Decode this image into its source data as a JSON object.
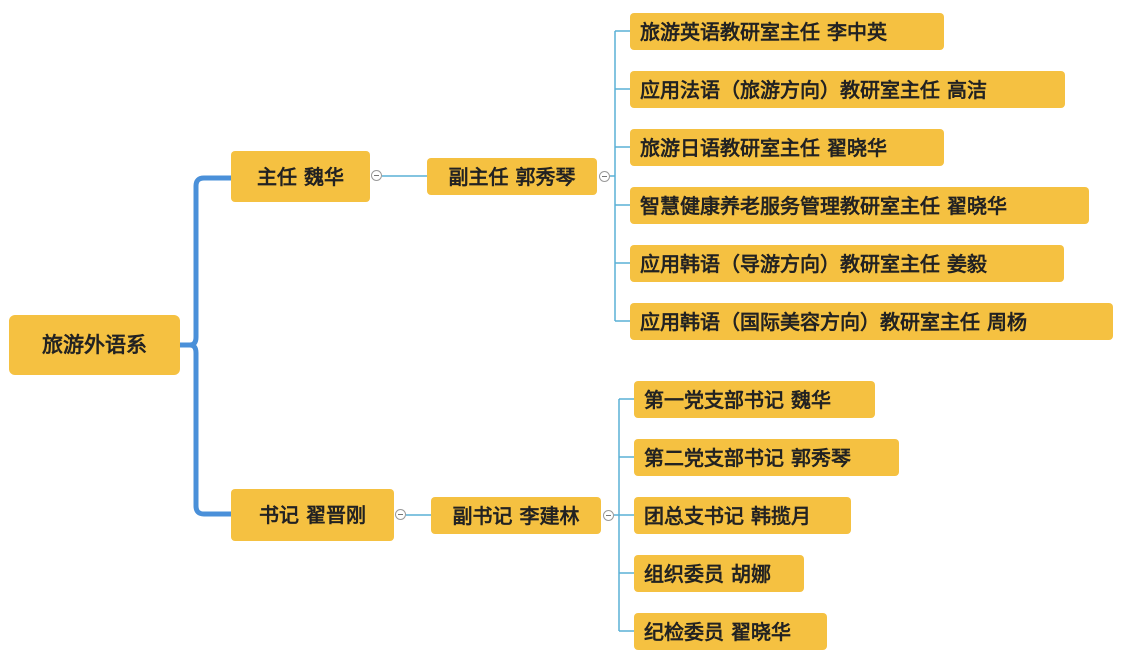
{
  "colors": {
    "node_fill": "#f5c141",
    "trunk_line": "#4a90d9",
    "branch_line": "#5ab0d6",
    "text": "#222222"
  },
  "root": {
    "label": "旅游外语系"
  },
  "branches": [
    {
      "label": "主任 魏华",
      "child": {
        "label": "副主任 郭秀琴",
        "leaves": [
          "旅游英语教研室主任 李中英",
          "应用法语（旅游方向）教研室主任 高洁",
          "旅游日语教研室主任 翟晓华",
          "智慧健康养老服务管理教研室主任 翟晓华",
          "应用韩语（导游方向）教研室主任 姜毅",
          "应用韩语（国际美容方向）教研室主任 周杨"
        ]
      }
    },
    {
      "label": "书记 翟晋刚",
      "child": {
        "label": "副书记 李建林",
        "leaves": [
          "第一党支部书记 魏华",
          "第二党支部书记 郭秀琴",
          "团总支书记 韩揽月",
          "组织委员 胡娜",
          "纪检委员 翟晓华"
        ]
      }
    }
  ]
}
